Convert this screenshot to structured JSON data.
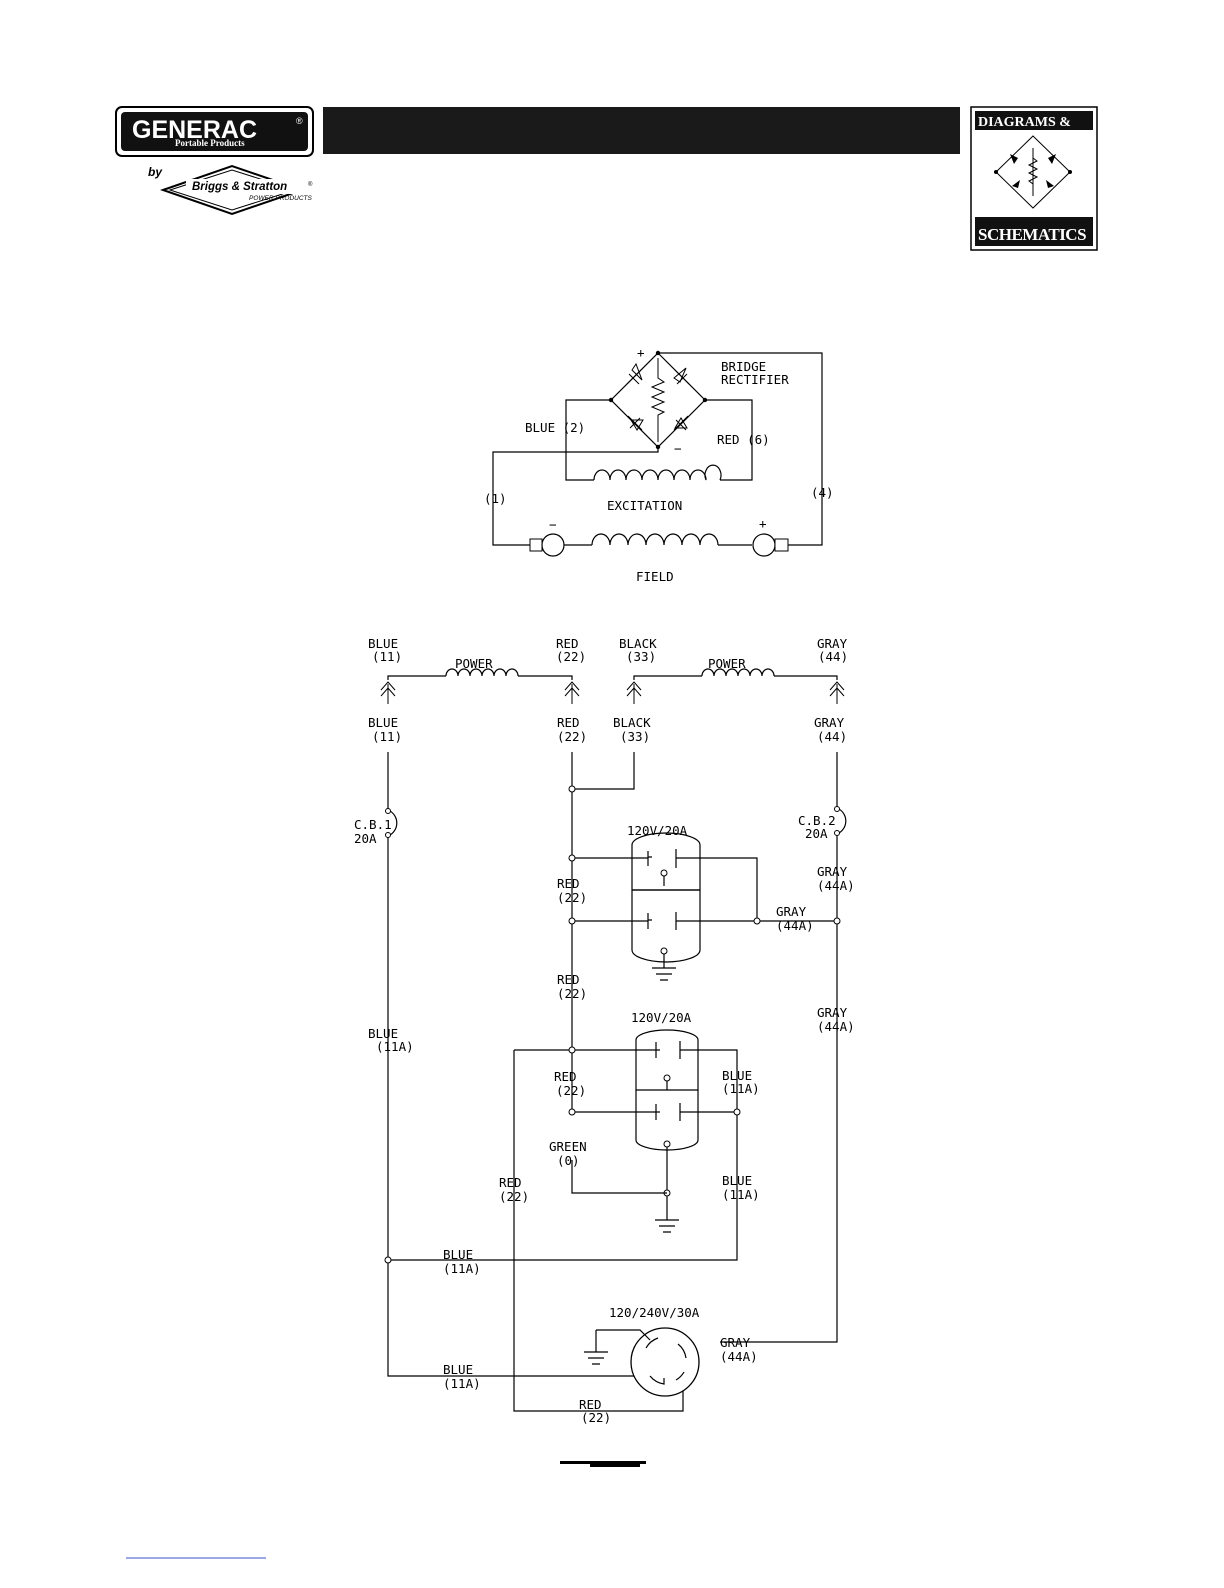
{
  "header": {
    "brand": "GENERAC",
    "brand_reg": "®",
    "brand_sub": "Portable Products",
    "by": "by",
    "parent": "Briggs & Stratton",
    "parent_reg": "®",
    "parent_sub": "POWER PRODUCTS",
    "badge_top": "DIAGRAMS &",
    "badge_bottom": "SCHEMATICS"
  },
  "excitation_diagram": {
    "bridge_label_1": "BRIDGE",
    "bridge_label_2": "RECTIFIER",
    "plus": "+",
    "minus": "−",
    "blue_2": "BLUE (2)",
    "red_6": "RED (6)",
    "wire_1": "(1)",
    "wire_4": "(4)",
    "excitation": "EXCITATION",
    "field": "FIELD",
    "field_minus": "−",
    "field_plus": "+"
  },
  "power_diagram": {
    "blue_top": "BLUE",
    "n11_top": "(11)",
    "power_1": "POWER",
    "red_top": "RED",
    "n22_top": "(22)",
    "black_top": "BLACK",
    "n33_top": "(33)",
    "power_2": "POWER",
    "gray_top": "GRAY",
    "n44_top": "(44)",
    "blue_conn": "BLUE",
    "n11_conn": "(11)",
    "red_conn": "RED",
    "n22_conn": "(22)",
    "black_conn": "BLACK",
    "n33_conn": "(33)",
    "gray_conn": "GRAY",
    "n44_conn": "(44)",
    "cb1": "C.B.1",
    "cb1_rating": "20A",
    "cb2": "C.B.2",
    "cb2_rating": "20A",
    "outlet1_rating": "120V/20A",
    "outlet2_rating": "120V/20A",
    "outlet3_rating": "120/240V/30A",
    "red_a": "RED",
    "n22_a": "(22)",
    "gray_a": "GRAY",
    "n44a_a": "(44A)",
    "gray_b": "GRAY",
    "n44a_b": "(44A)",
    "red_b": "RED",
    "n22_b": "(22)",
    "gray_c": "GRAY",
    "n44a_c": "(44A)",
    "blue_a": "BLUE",
    "n11a_a": "(11A)",
    "red_c": "RED",
    "n22_c": "(22)",
    "blue_b": "BLUE",
    "n11a_b": "(11A)",
    "green": "GREEN",
    "n0": "(0)",
    "red_d": "RED",
    "n22_d": "(22)",
    "blue_c": "BLUE",
    "n11a_c": "(11A)",
    "blue_d": "BLUE",
    "n11a_d": "(11A)",
    "gray_d": "GRAY",
    "n44a_d": "(44A)",
    "blue_e": "BLUE",
    "n11a_e": "(11A)",
    "red_e": "RED",
    "n22_e": "(22)"
  }
}
